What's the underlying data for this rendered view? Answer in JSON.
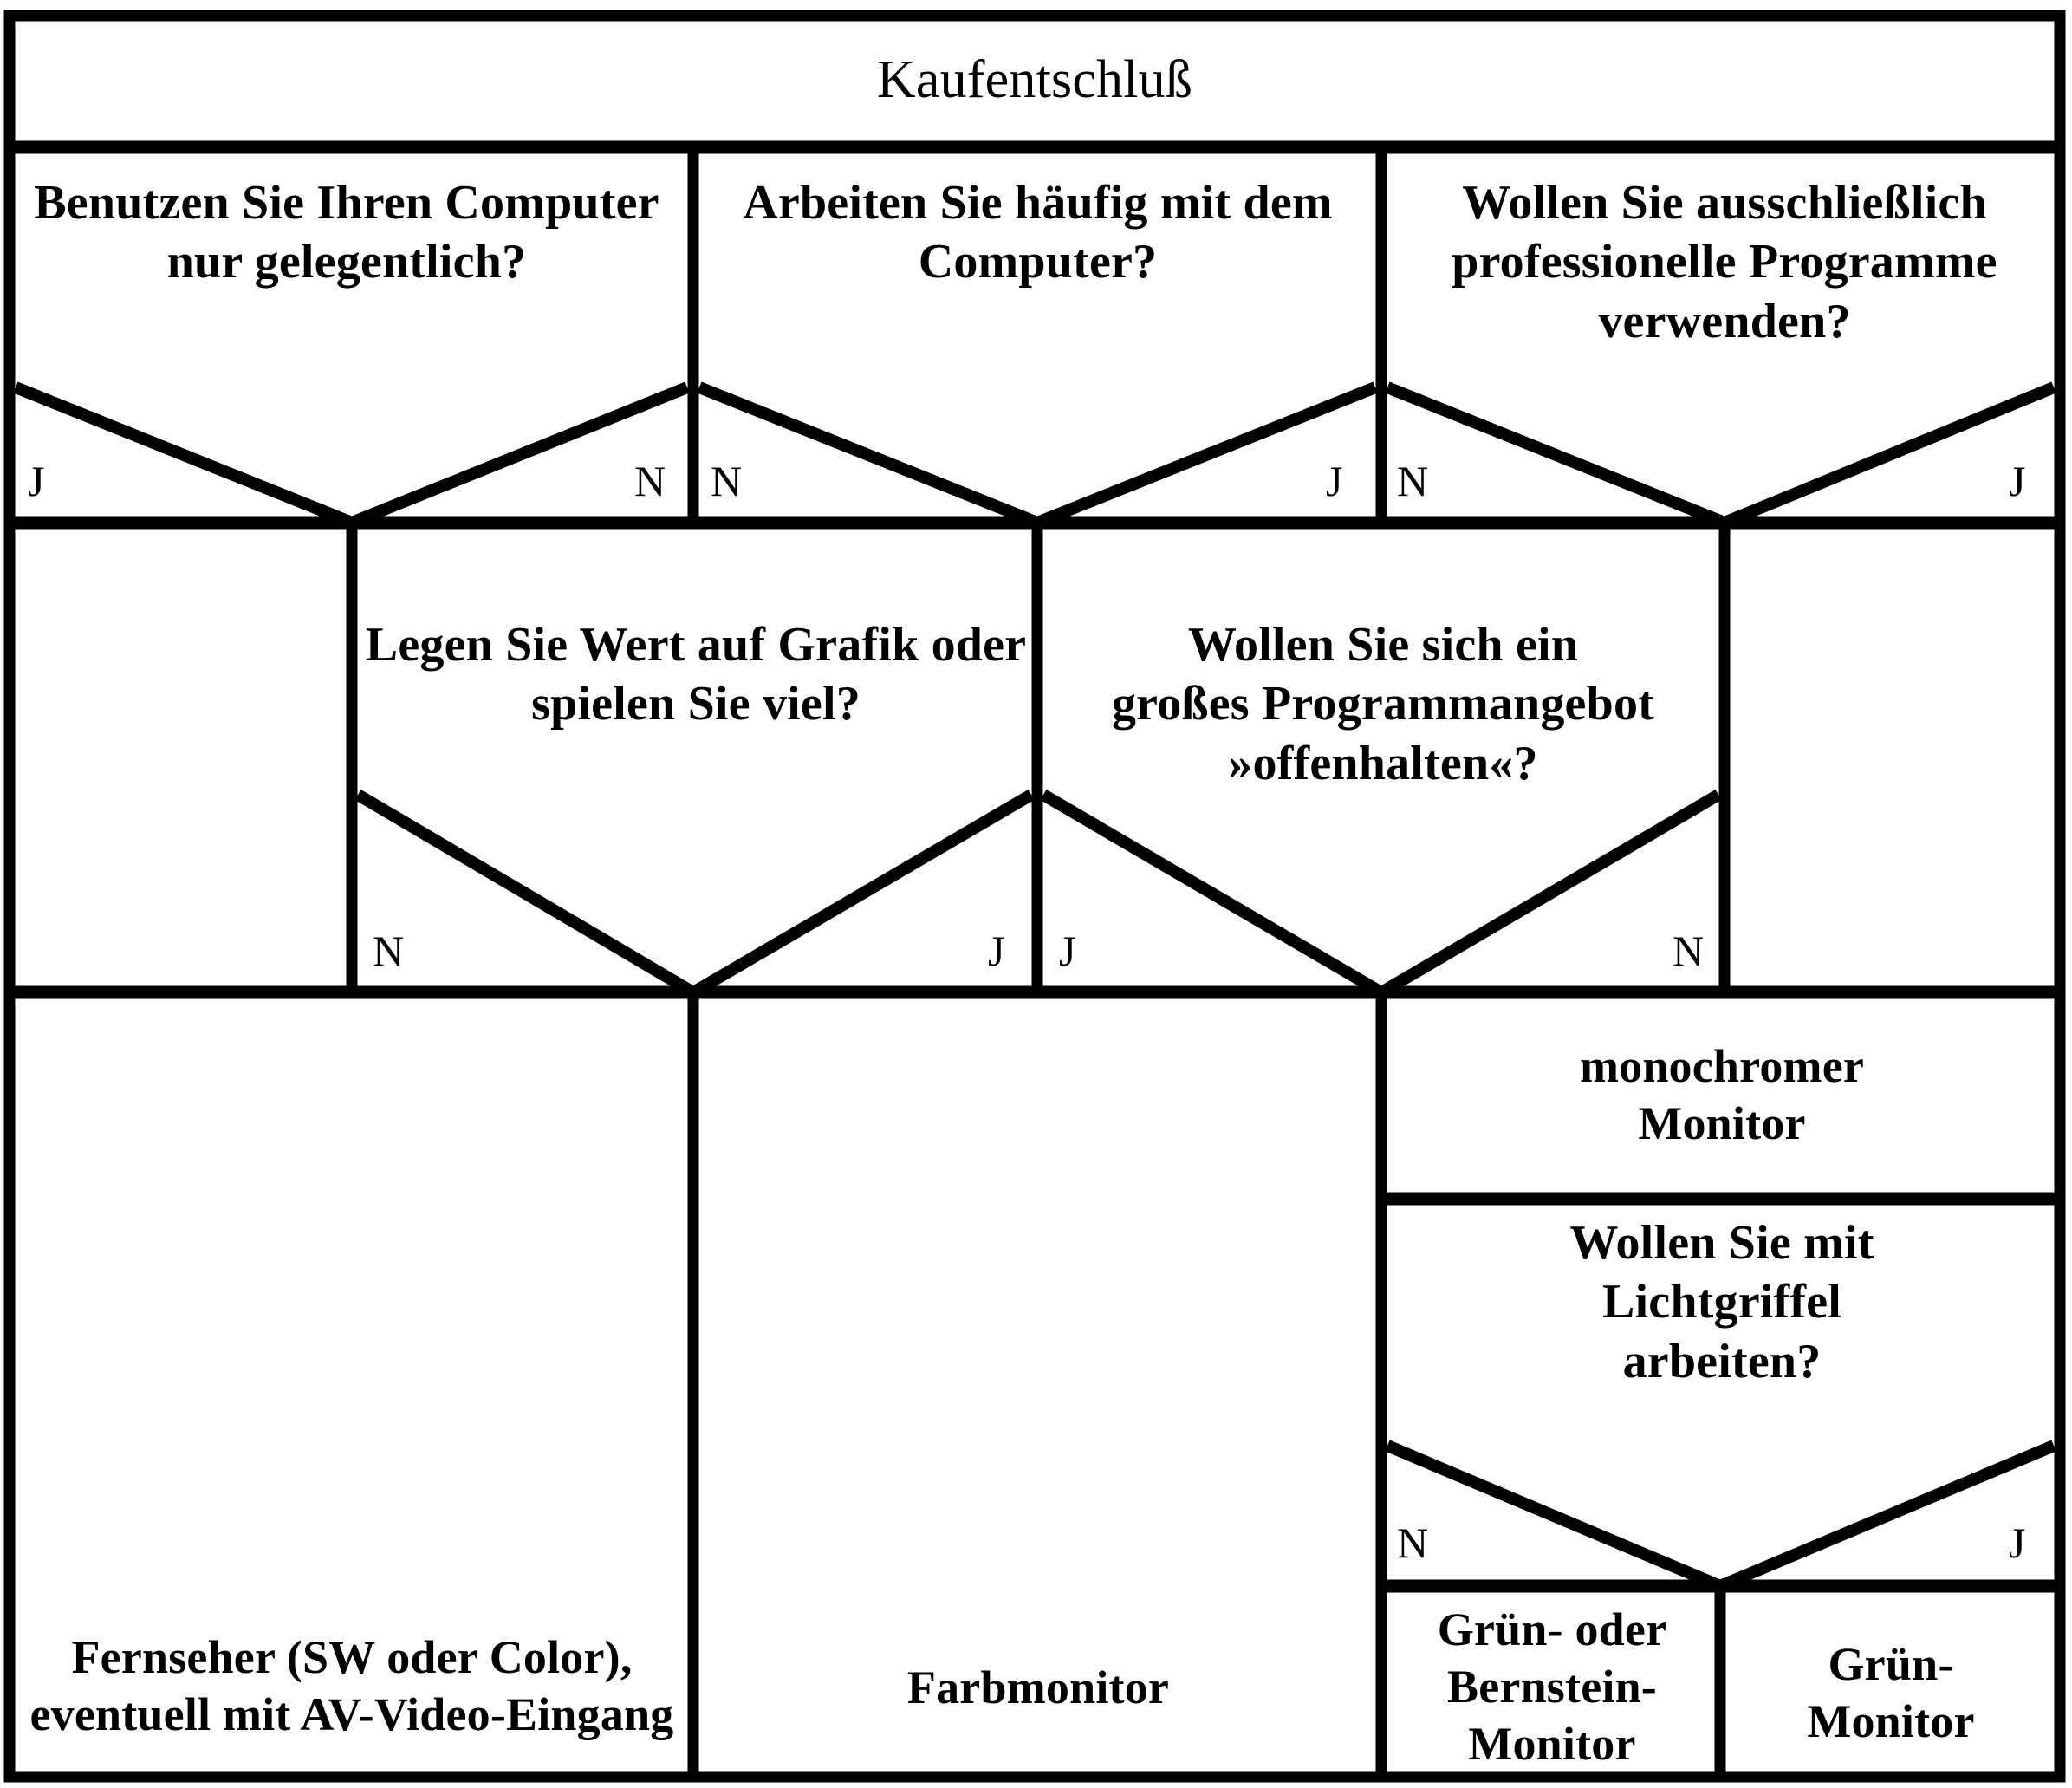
{
  "diagram": {
    "title": "Kaufentschluß",
    "type": "decision-tree",
    "language": "de",
    "branch_labels": {
      "yes": "J",
      "no": "N"
    }
  },
  "nodes": {
    "root": {
      "label": "Kaufentschluß"
    },
    "q1": {
      "label": "Benutzen Sie Ihren Computer nur gelegentlich?",
      "line1": "Benutzen Sie Ihren Computer",
      "line2": "nur gelegentlich?",
      "left_branch": "J",
      "right_branch": "N"
    },
    "q2": {
      "label": "Arbeiten Sie häufig mit dem Computer?",
      "line1": "Arbeiten Sie häufig mit dem",
      "line2": "Computer?",
      "left_branch": "N",
      "right_branch": "J"
    },
    "q3": {
      "label": "Wollen Sie ausschließlich professionelle Programme verwenden?",
      "line1": "Wollen Sie ausschließlich",
      "line2": "professionelle Programme",
      "line3": "verwenden?",
      "left_branch": "N",
      "right_branch": "J"
    },
    "q4": {
      "label": "Legen Sie Wert auf Grafik oder spielen Sie viel?",
      "line1": "Legen Sie Wert auf Grafik oder",
      "line2": "spielen Sie viel?",
      "left_branch": "N",
      "right_branch": "J"
    },
    "q5": {
      "label": "Wollen Sie sich ein großes Programmangebot »offenhalten«?",
      "line1": "Wollen Sie sich ein",
      "line2": "großes Programmangebot",
      "line3": "»offenhalten«?",
      "left_branch": "J",
      "right_branch": "N"
    },
    "q6": {
      "label": "Wollen Sie mit Lichtgriffel arbeiten?",
      "line1": "Wollen Sie mit",
      "line2": "Lichtgriffel",
      "line3": "arbeiten?",
      "left_branch": "N",
      "right_branch": "J"
    },
    "r1": {
      "label": "Fernseher (SW oder Color), eventuell mit AV-Video-Eingang",
      "line1": "Fernseher (SW oder Color),",
      "line2": "eventuell mit AV-Video-Eingang"
    },
    "r2": {
      "label": "Farbmonitor",
      "line1": "Farbmonitor"
    },
    "r3": {
      "label": "monochromer Monitor",
      "line1": "monochromer",
      "line2": "Monitor"
    },
    "r4": {
      "label": "Grün- oder Bernstein-Monitor",
      "line1": "Grün- oder",
      "line2": "Bernstein-",
      "line3": "Monitor"
    },
    "r5": {
      "label": "Grün-Monitor",
      "line1": "Grün-",
      "line2": "Monitor"
    }
  },
  "colors": {
    "ink": "#000000",
    "paper": "#ffffff"
  }
}
